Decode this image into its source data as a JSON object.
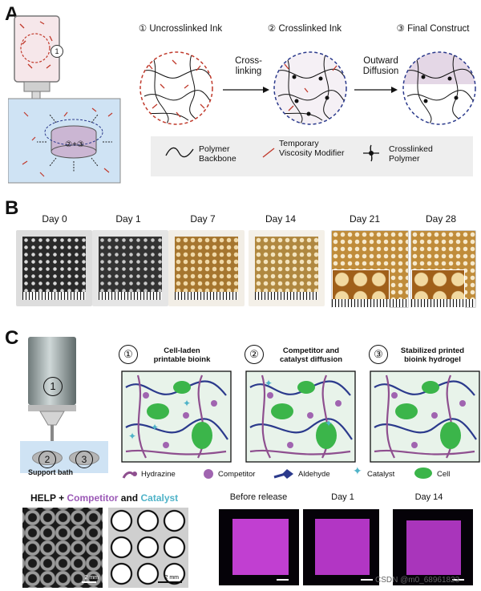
{
  "panels": {
    "a": "A",
    "b": "B",
    "c": "C"
  },
  "panelA": {
    "syringe_step": "1",
    "bath_step": "②+③",
    "steps": [
      {
        "num": "①",
        "label": "Uncrosslinked Ink"
      },
      {
        "num": "②",
        "label": "Crosslinked Ink"
      },
      {
        "num": "③",
        "label": "Final Construct"
      }
    ],
    "arrow1": "Cross-linking",
    "arrow2": "Outward Diffusion",
    "legend": {
      "backbone": "Polymer Backbone",
      "modifier": "Temporary Viscosity Modifier",
      "crosslinked": "Crosslinked Polymer"
    }
  },
  "panelB": {
    "days": [
      "Day 0",
      "Day 1",
      "Day 7",
      "Day 14",
      "Day 21",
      "Day 28"
    ]
  },
  "panelC": {
    "syringe_step": "1",
    "bath_left": "2",
    "bath_right": "3",
    "bath_label": "Support bath",
    "steps": [
      {
        "num": "①",
        "label1": "Cell-laden",
        "label2": "printable bioink"
      },
      {
        "num": "②",
        "label1": "Competitor and",
        "label2": "catalyst diffusion"
      },
      {
        "num": "③",
        "label1": "Stabilized printed",
        "label2": "bioink hydrogel"
      }
    ],
    "legend": [
      "Hydrazine",
      "Competitor",
      "Aldehyde",
      "Catalyst",
      "Cell"
    ],
    "help_title": {
      "a": "HELP + ",
      "b": "Competitor",
      "c": " and ",
      "d": "Catalyst"
    },
    "scale_label": "2 mm",
    "fluoro": [
      "Before release",
      "Day 1",
      "Day 14"
    ],
    "watermark": "CSDN @m0_68961823"
  },
  "colors": {
    "red": "#c0392b",
    "navy": "#2b3a8c",
    "purple": "#9b59b6",
    "teal": "#4fb3c8",
    "green": "#3bb54a",
    "magenta": "#c13fd1"
  }
}
